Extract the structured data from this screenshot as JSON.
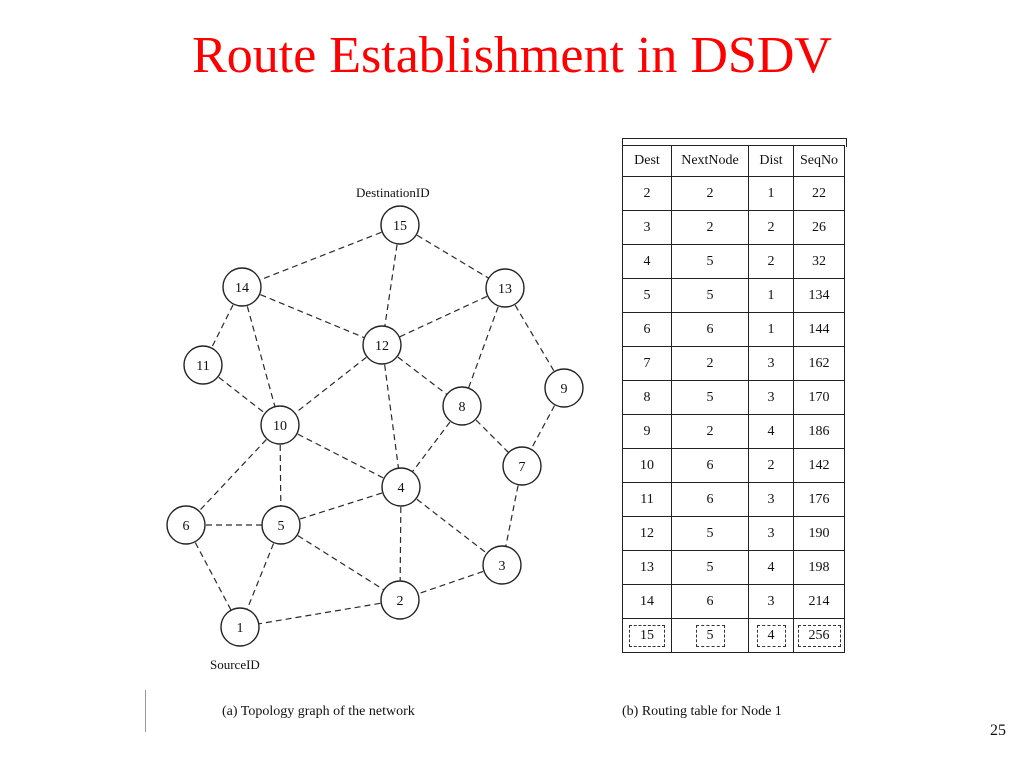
{
  "slide": {
    "title": "Route Establishment in DSDV",
    "page_number": "25"
  },
  "graph": {
    "destination_label": "DestinationID",
    "source_label": "SourceID",
    "caption": "(a) Topology graph of the network",
    "nodes": [
      "15",
      "14",
      "13",
      "12",
      "11",
      "10",
      "9",
      "8",
      "7",
      "6",
      "5",
      "4",
      "3",
      "2",
      "1"
    ]
  },
  "table": {
    "caption": "(b) Routing table for Node 1",
    "headers": [
      "Dest",
      "NextNode",
      "Dist",
      "SeqNo"
    ],
    "rows": [
      [
        "2",
        "2",
        "1",
        "22"
      ],
      [
        "3",
        "2",
        "2",
        "26"
      ],
      [
        "4",
        "5",
        "2",
        "32"
      ],
      [
        "5",
        "5",
        "1",
        "134"
      ],
      [
        "6",
        "6",
        "1",
        "144"
      ],
      [
        "7",
        "2",
        "3",
        "162"
      ],
      [
        "8",
        "5",
        "3",
        "170"
      ],
      [
        "9",
        "2",
        "4",
        "186"
      ],
      [
        "10",
        "6",
        "2",
        "142"
      ],
      [
        "11",
        "6",
        "3",
        "176"
      ],
      [
        "12",
        "5",
        "3",
        "190"
      ],
      [
        "13",
        "5",
        "4",
        "198"
      ],
      [
        "14",
        "6",
        "3",
        "214"
      ],
      [
        "15",
        "5",
        "4",
        "256"
      ]
    ]
  }
}
